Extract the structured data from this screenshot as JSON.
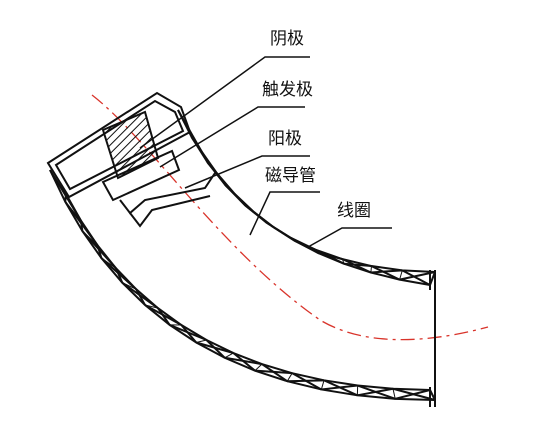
{
  "labels": {
    "cathode": "阴极",
    "trigger": "触发极",
    "anode": "阳极",
    "magnetic_guide": "磁导管",
    "coil": "线圈"
  },
  "colors": {
    "line": "#111111",
    "centerline": "#d9342b",
    "background": "#ffffff"
  }
}
